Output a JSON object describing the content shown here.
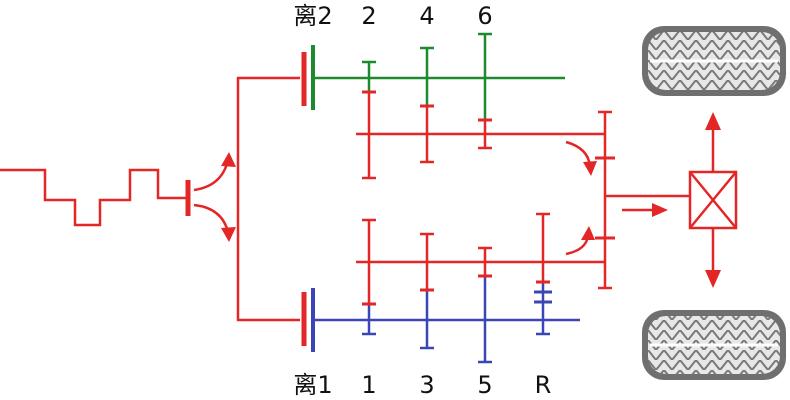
{
  "colors": {
    "red": "#e32626",
    "green": "#1e8a2e",
    "blue": "#3a46b5",
    "tire_dark": "#6f6f6f",
    "tire_light": "#e8e8e8"
  },
  "labels": {
    "clutch2": "离2",
    "clutch1": "离1",
    "gear2": "2",
    "gear4": "4",
    "gear6": "6",
    "gear1": "1",
    "gear3": "3",
    "gear5": "5",
    "gearR": "R"
  },
  "icons": {
    "tire": "tire-icon",
    "differential": "differential-box-icon",
    "arrow": "arrow-icon"
  }
}
